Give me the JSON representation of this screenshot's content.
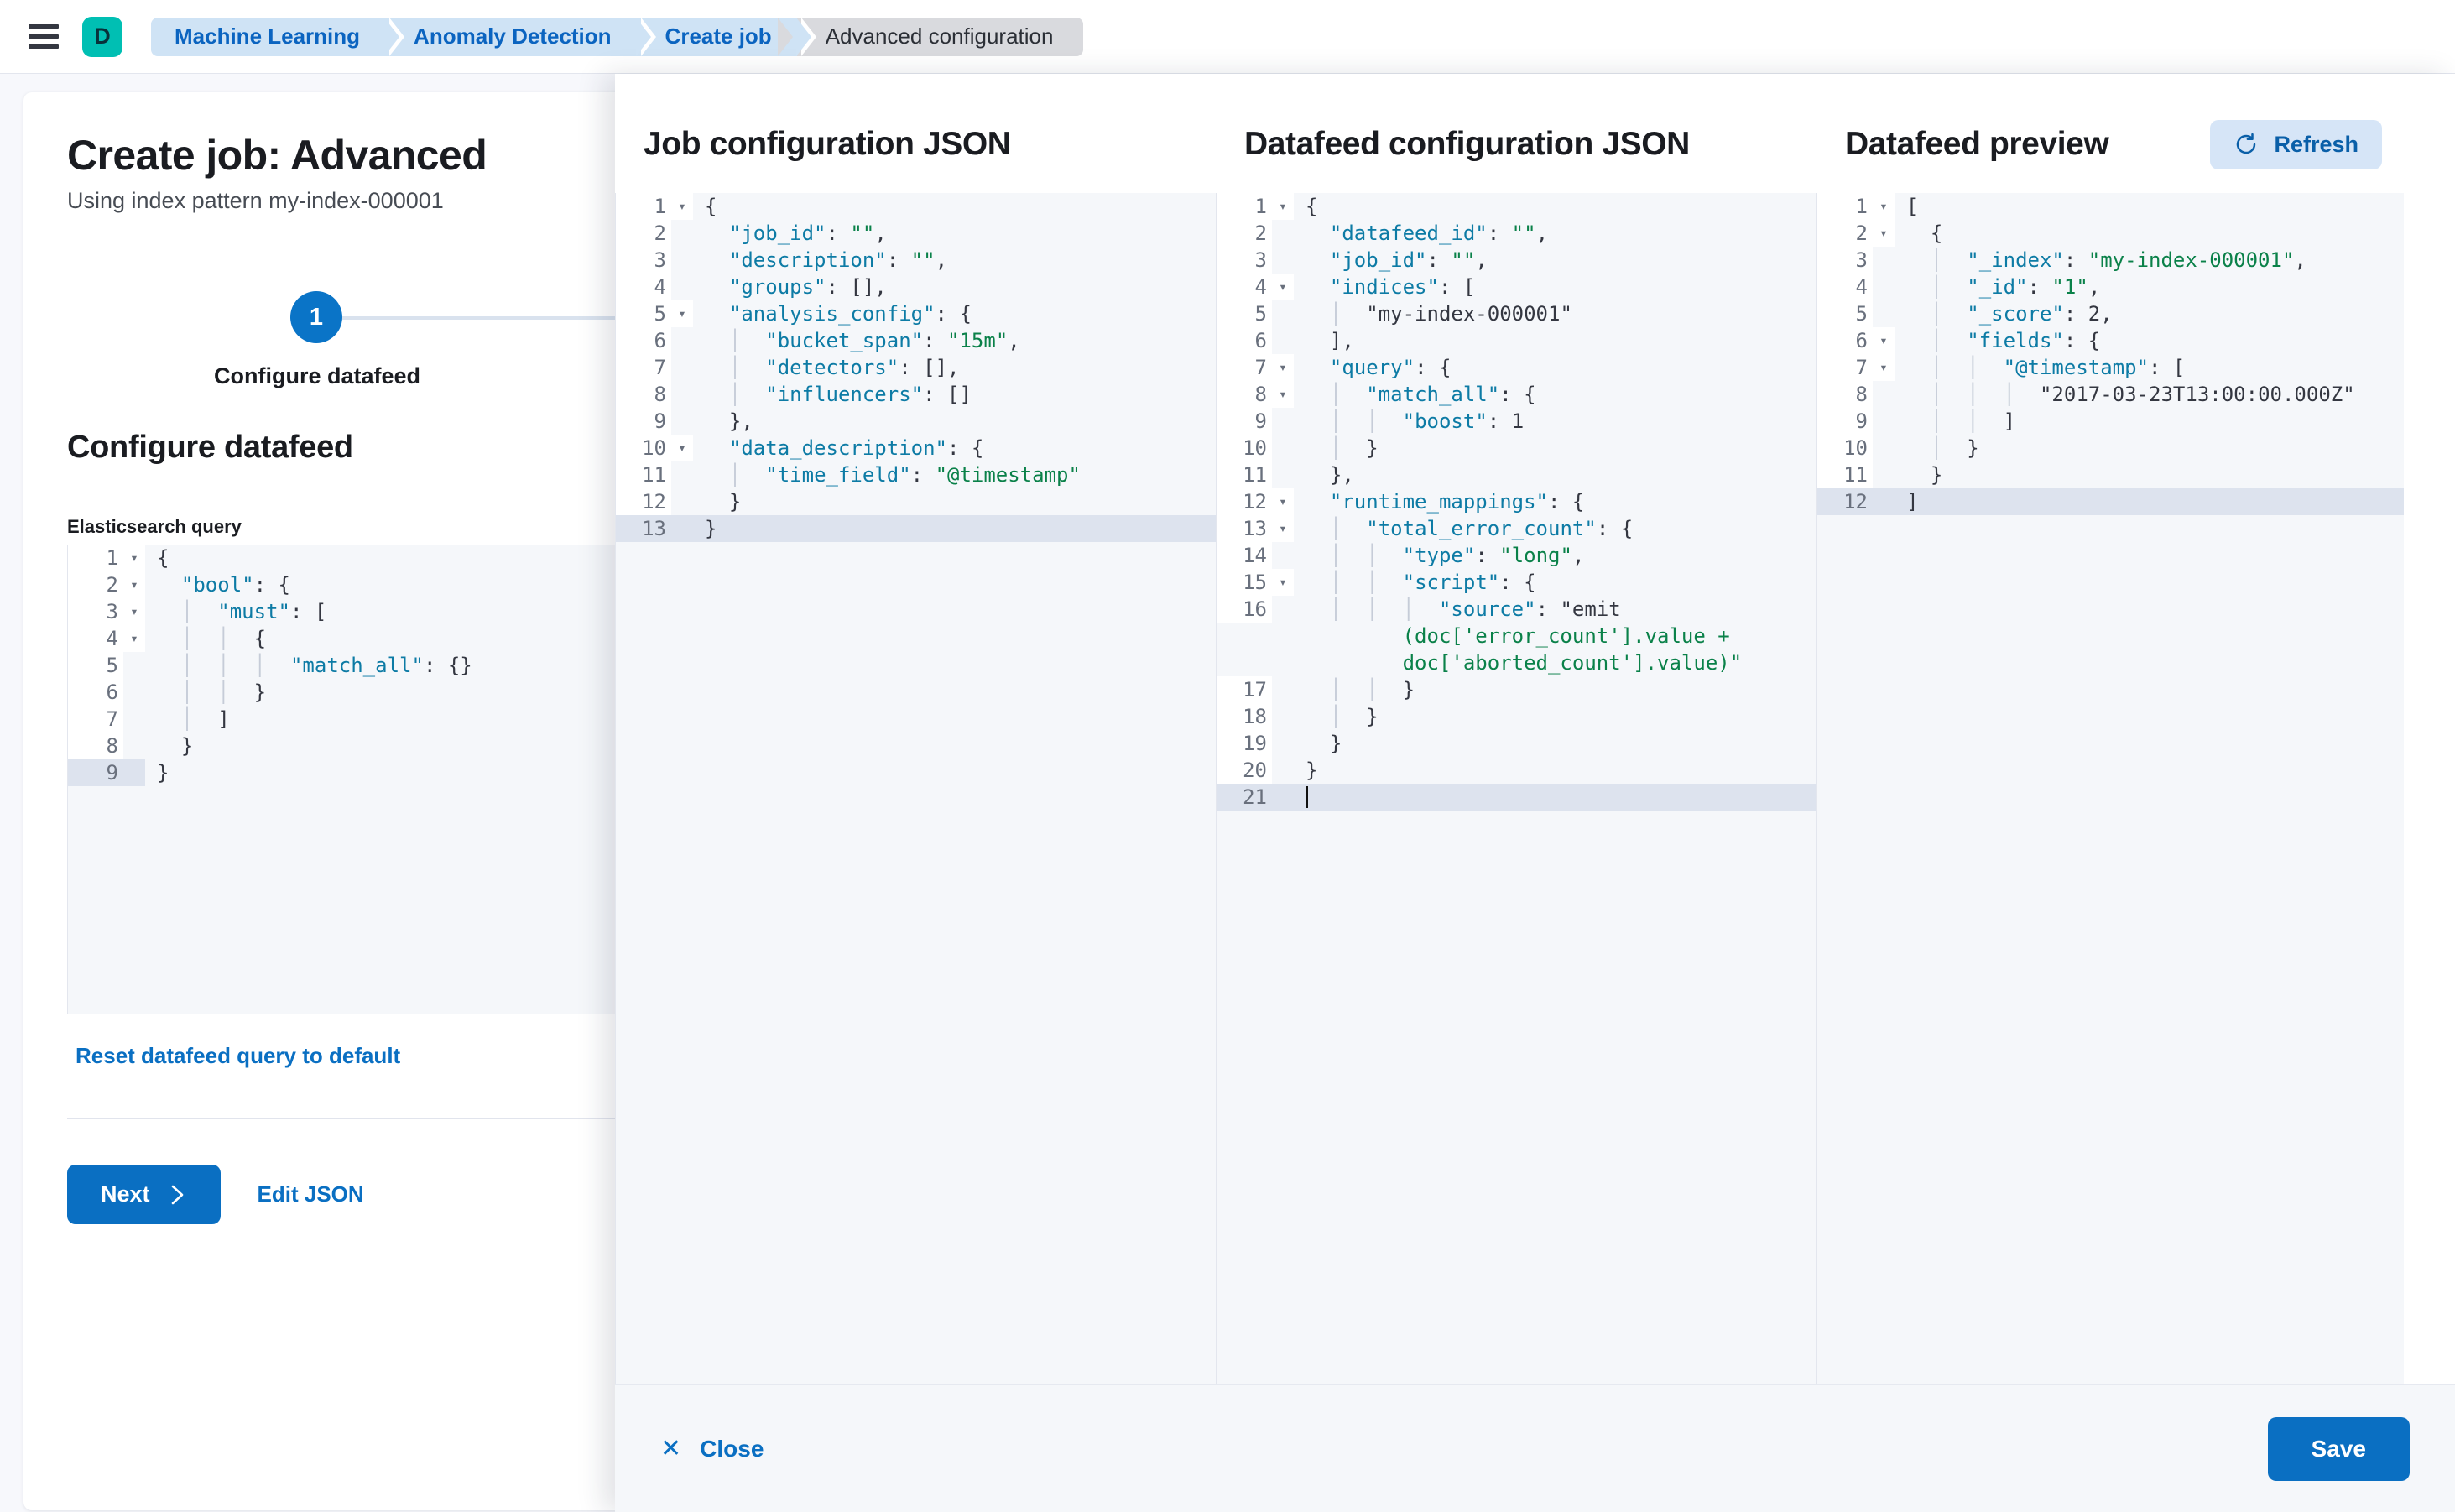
{
  "topbar": {
    "menu_icon": "hamburger-menu-icon",
    "logo_letter": "D",
    "breadcrumbs": [
      {
        "label": "Machine Learning",
        "active": false
      },
      {
        "label": "Anomaly Detection",
        "active": false
      },
      {
        "label": "Create job",
        "active": false
      },
      {
        "label": "Advanced configuration",
        "active": true
      }
    ]
  },
  "page": {
    "title": "Create job: Advanced",
    "subtitle": "Using index pattern my-index-000001",
    "step_number": "1",
    "step_label": "Configure datafeed",
    "section_title": "Configure datafeed",
    "query_field_label": "Elasticsearch query",
    "reset_link": "Reset datafeed query to default",
    "next_button": "Next",
    "next_icon": "chevron-right-icon",
    "edit_json_link": "Edit JSON",
    "query_editor": {
      "lines": [
        {
          "num": "1",
          "fold": true,
          "text": "{"
        },
        {
          "num": "2",
          "fold": true,
          "text": "  \"bool\": {"
        },
        {
          "num": "3",
          "fold": true,
          "text": "  │  \"must\": ["
        },
        {
          "num": "4",
          "fold": true,
          "text": "  │  │  {"
        },
        {
          "num": "5",
          "fold": false,
          "text": "  │  │  │  \"match_all\": {}"
        },
        {
          "num": "6",
          "fold": false,
          "text": "  │  │  }"
        },
        {
          "num": "7",
          "fold": false,
          "text": "  │  ]"
        },
        {
          "num": "8",
          "fold": false,
          "text": "  }"
        },
        {
          "num": "9",
          "fold": false,
          "text": "}",
          "active": true
        }
      ]
    }
  },
  "flyout": {
    "panels": [
      {
        "title": "Job configuration JSON",
        "lines": [
          {
            "num": "1",
            "fold": true,
            "text": "{"
          },
          {
            "num": "2",
            "fold": false,
            "text": "  \"job_id\": \"\","
          },
          {
            "num": "3",
            "fold": false,
            "text": "  \"description\": \"\","
          },
          {
            "num": "4",
            "fold": false,
            "text": "  \"groups\": [],"
          },
          {
            "num": "5",
            "fold": true,
            "text": "  \"analysis_config\": {"
          },
          {
            "num": "6",
            "fold": false,
            "text": "  │  \"bucket_span\": \"15m\","
          },
          {
            "num": "7",
            "fold": false,
            "text": "  │  \"detectors\": [],"
          },
          {
            "num": "8",
            "fold": false,
            "text": "  │  \"influencers\": []"
          },
          {
            "num": "9",
            "fold": false,
            "text": "  },"
          },
          {
            "num": "10",
            "fold": true,
            "text": "  \"data_description\": {"
          },
          {
            "num": "11",
            "fold": false,
            "text": "  │  \"time_field\": \"@timestamp\""
          },
          {
            "num": "12",
            "fold": false,
            "text": "  }"
          },
          {
            "num": "13",
            "fold": false,
            "text": "}",
            "active": true
          }
        ]
      },
      {
        "title": "Datafeed configuration JSON",
        "lines": [
          {
            "num": "1",
            "fold": true,
            "text": "{"
          },
          {
            "num": "2",
            "fold": false,
            "text": "  \"datafeed_id\": \"\","
          },
          {
            "num": "3",
            "fold": false,
            "text": "  \"job_id\": \"\","
          },
          {
            "num": "4",
            "fold": true,
            "text": "  \"indices\": ["
          },
          {
            "num": "5",
            "fold": false,
            "text": "  │  \"my-index-000001\""
          },
          {
            "num": "6",
            "fold": false,
            "text": "  ],"
          },
          {
            "num": "7",
            "fold": true,
            "text": "  \"query\": {"
          },
          {
            "num": "8",
            "fold": true,
            "text": "  │  \"match_all\": {"
          },
          {
            "num": "9",
            "fold": false,
            "text": "  │  │  \"boost\": 1"
          },
          {
            "num": "10",
            "fold": false,
            "text": "  │  }"
          },
          {
            "num": "11",
            "fold": false,
            "text": "  },"
          },
          {
            "num": "12",
            "fold": true,
            "text": "  \"runtime_mappings\": {"
          },
          {
            "num": "13",
            "fold": true,
            "text": "  │  \"total_error_count\": {"
          },
          {
            "num": "14",
            "fold": false,
            "text": "  │  │  \"type\": \"long\","
          },
          {
            "num": "15",
            "fold": true,
            "text": "  │  │  \"script\": {"
          },
          {
            "num": "16",
            "fold": false,
            "text": "  │  │  │  \"source\": \"emit\n        (doc['error_count'].value +\n        doc['aborted_count'].value)\""
          },
          {
            "num": "17",
            "fold": false,
            "text": "  │  │  }"
          },
          {
            "num": "18",
            "fold": false,
            "text": "  │  }"
          },
          {
            "num": "19",
            "fold": false,
            "text": "  }"
          },
          {
            "num": "20",
            "fold": false,
            "text": "}"
          },
          {
            "num": "21",
            "fold": false,
            "text": "",
            "active": true,
            "caret": true
          }
        ]
      },
      {
        "title": "Datafeed preview",
        "refresh_button": "Refresh",
        "refresh_icon": "refresh-icon",
        "lines": [
          {
            "num": "1",
            "fold": true,
            "text": "["
          },
          {
            "num": "2",
            "fold": true,
            "text": "  {"
          },
          {
            "num": "3",
            "fold": false,
            "text": "  │  \"_index\": \"my-index-000001\","
          },
          {
            "num": "4",
            "fold": false,
            "text": "  │  \"_id\": \"1\","
          },
          {
            "num": "5",
            "fold": false,
            "text": "  │  \"_score\": 2,"
          },
          {
            "num": "6",
            "fold": true,
            "text": "  │  \"fields\": {"
          },
          {
            "num": "7",
            "fold": true,
            "text": "  │  │  \"@timestamp\": ["
          },
          {
            "num": "8",
            "fold": false,
            "text": "  │  │  │  \"2017-03-23T13:00:00.000Z\""
          },
          {
            "num": "9",
            "fold": false,
            "text": "  │  │  ]"
          },
          {
            "num": "10",
            "fold": false,
            "text": "  │  }"
          },
          {
            "num": "11",
            "fold": false,
            "text": "  }"
          },
          {
            "num": "12",
            "fold": false,
            "text": "]",
            "active": true
          }
        ]
      }
    ],
    "footer": {
      "close_label": "Close",
      "close_icon": "close-x-icon",
      "save_label": "Save"
    }
  },
  "colors": {
    "accent_blue": "#0a6fc2",
    "logo_teal": "#00bfb3",
    "breadcrumb_blue": "#cfe3f5",
    "breadcrumb_gray": "#d9dade",
    "string_green": "#0a8149",
    "key_blue": "#0d7ba5"
  }
}
